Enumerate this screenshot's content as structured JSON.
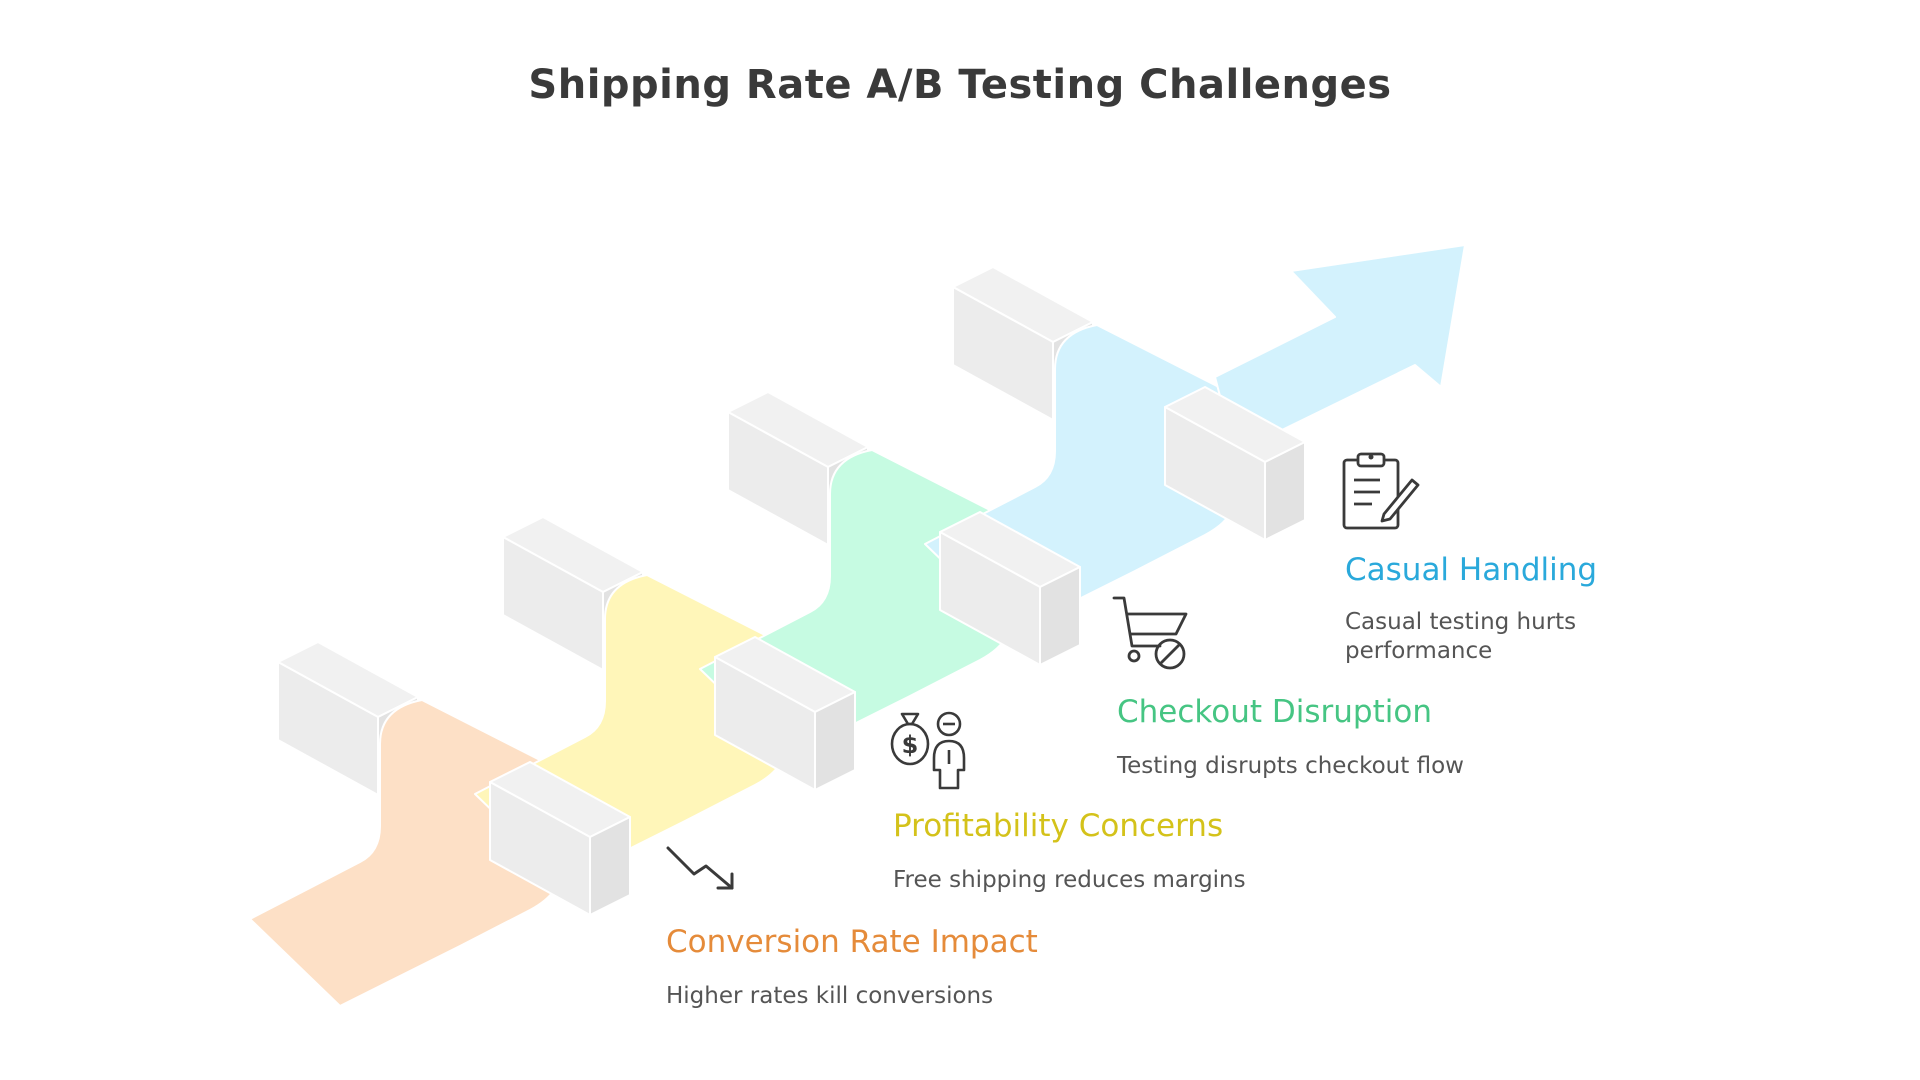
{
  "title": "Shipping Rate A/B Testing Challenges",
  "colors": {
    "block_face": "#ececec",
    "block_edge": "#ffffff",
    "text_dark": "#3a3a3a",
    "text_muted": "#555555"
  },
  "steps": [
    {
      "title": "Conversion Rate Impact",
      "description": "Higher rates kill conversions",
      "color": "#e58b3a",
      "ribbon_color": "#fde0c6",
      "icon": "trend-down-arrow-icon"
    },
    {
      "title": "Profitability Concerns",
      "description": "Free shipping reduces margins",
      "color": "#d4c21a",
      "ribbon_color": "#fff6b9",
      "icon": "money-bag-person-icon"
    },
    {
      "title": "Checkout Disruption",
      "description": "Testing disrupts checkout flow",
      "color": "#46c583",
      "ribbon_color": "#c6fbe2",
      "icon": "cart-blocked-icon"
    },
    {
      "title": "Casual Handling",
      "description": "Casual testing hurts performance",
      "color": "#2aa9db",
      "ribbon_color": "#d3f2fd",
      "icon": "clipboard-pencil-icon"
    }
  ]
}
